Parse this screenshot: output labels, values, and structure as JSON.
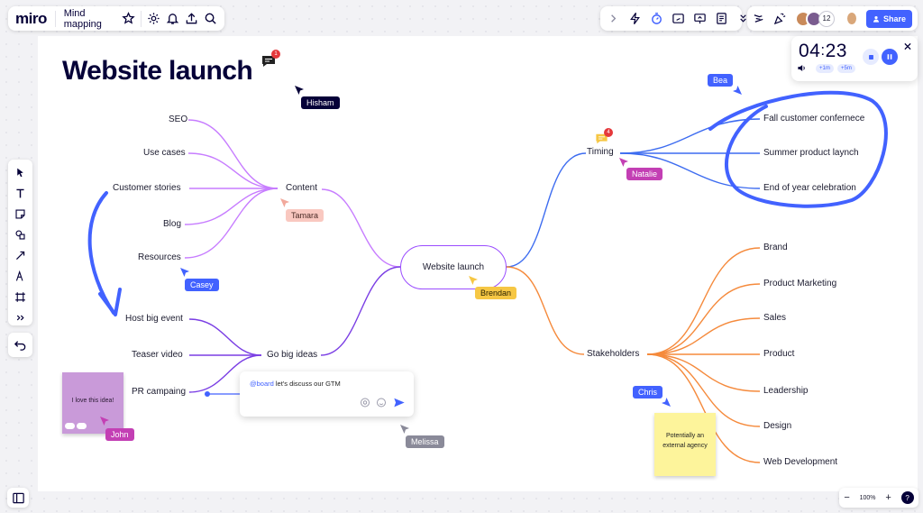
{
  "app": {
    "logo": "miro",
    "board_name": "Mind mapping"
  },
  "toolbar_right": {
    "share_label": "Share",
    "collaborator_count": "12"
  },
  "timer": {
    "minutes": "04",
    "seconds": "23",
    "plus1": "+1m",
    "plus5": "+5m"
  },
  "board": {
    "title": "Website launch"
  },
  "mindmap": {
    "center": "Website launch",
    "branches": {
      "content": {
        "label": "Content",
        "children": [
          "SEO",
          "Use cases",
          "Customer stories",
          "Blog",
          "Resources"
        ]
      },
      "ideas": {
        "label": "Go big ideas",
        "children": [
          "Host big event",
          "Teaser video",
          "PR campaing"
        ]
      },
      "timing": {
        "label": "Timing",
        "children": [
          "Fall customer confernece",
          "Summer product laynch",
          "End of year celebration"
        ]
      },
      "stakeholders": {
        "label": "Stakeholders",
        "children": [
          "Brand",
          "Product Marketing",
          "Sales",
          "Product",
          "Leadership",
          "Design",
          "Web Development"
        ]
      }
    }
  },
  "cursors": {
    "hisham": "Hisham",
    "bea": "Bea",
    "natalie": "Natalie",
    "tamara": "Tamara",
    "casey": "Casey",
    "brendan": "Brendan",
    "john": "John",
    "chris": "Chris",
    "melissa": "Melissa"
  },
  "comment_badges": {
    "title_comment": "1",
    "timing_comment": "4"
  },
  "comment": {
    "mention": "@board",
    "text": " let's discuss our GTM"
  },
  "stickies": {
    "john_note": "I love this idea!",
    "chris_note": "Potentially an external agency"
  },
  "zoom": {
    "level": "100%"
  },
  "colors": {
    "accent": "#4262ff",
    "purple_branch": "#c77dff",
    "violet_branch": "#7b3fe4",
    "blue_branch": "#3d6cf0",
    "orange_branch": "#f58a3c"
  }
}
